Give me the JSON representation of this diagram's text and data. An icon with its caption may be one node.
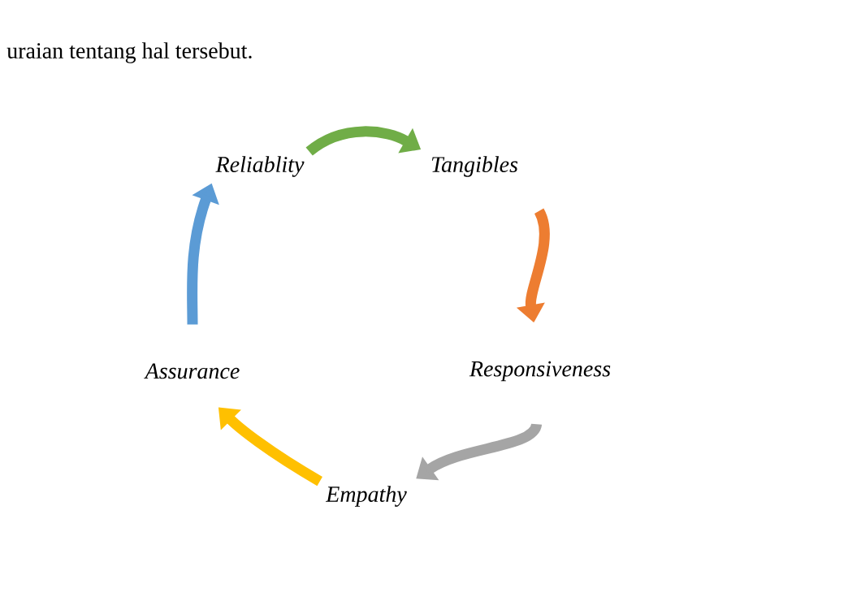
{
  "diagram": {
    "nodes": [
      {
        "text": [
          "Reliablity"
        ]
      },
      {
        "text": [
          "Tangibles"
        ]
      },
      {
        "text": [
          "Responsiveness"
        ]
      },
      {
        "text": [
          "Empathy"
        ]
      },
      {
        "text": [
          "Assurance"
        ]
      }
    ],
    "edges": [
      {
        "from": 0,
        "to": 1,
        "arrow": "to",
        "color": "#70ad47"
      },
      {
        "from": 1,
        "to": 2,
        "arrow": "to",
        "color": "#ed7d31"
      },
      {
        "from": 2,
        "to": 3,
        "arrow": "to",
        "color": "#a5a5a5"
      },
      {
        "from": 3,
        "to": 4,
        "arrow": "to",
        "color": "#ffc000"
      },
      {
        "from": 4,
        "to": 0,
        "arrow": "to",
        "color": "#5b9bd5"
      }
    ],
    "labels": [
      "uraian tentang hal tersebut."
    ]
  }
}
